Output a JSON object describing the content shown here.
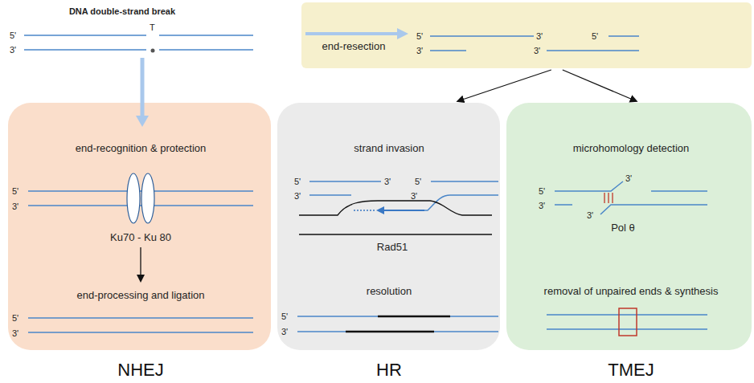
{
  "diagram": {
    "title": "DNA double-strand break",
    "nodes": [
      {
        "text": [
          "end-resection"
        ]
      },
      {
        "text": [
          "end-recognition & protection",
          "Ku70 - Ku 80",
          "end-processing and ligation",
          "NHEJ"
        ]
      },
      {
        "text": [
          "strand invasion",
          "Rad51",
          "resolution",
          "HR"
        ]
      },
      {
        "text": [
          "microhomology detection",
          "Pol θ",
          "removal of unpaired ends & synthesis",
          "TMEJ"
        ]
      }
    ],
    "edges": [
      {
        "from": 0,
        "to": 2,
        "arrow": "to"
      },
      {
        "from": 0,
        "to": 3,
        "arrow": "to"
      }
    ],
    "labels": [
      "5'",
      "3'",
      "T",
      "5'",
      "3'",
      "5'",
      "3'",
      "3'",
      "5'",
      "3'",
      "5'",
      "3'",
      "5'",
      "3'",
      "3'",
      "5'",
      "3'",
      "5'",
      "3'",
      "5'",
      "3'",
      "3'",
      "3'"
    ]
  }
}
